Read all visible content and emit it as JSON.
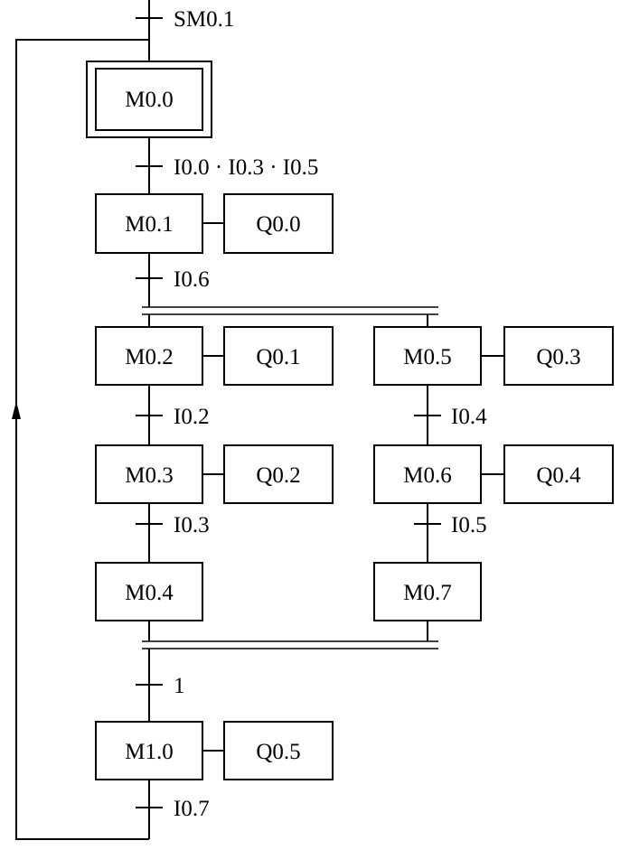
{
  "colors": {
    "line": "#000000",
    "background": "#ffffff"
  },
  "initial_transition": "SM0.1",
  "initial_step": "M0.0",
  "steps": {
    "s01": "M0.1",
    "s02": "M0.2",
    "s03": "M0.3",
    "s04": "M0.4",
    "s05": "M0.5",
    "s06": "M0.6",
    "s07": "M0.7",
    "s10": "M1.0"
  },
  "actions": {
    "a01": "Q0.0",
    "a02": "Q0.1",
    "a03": "Q0.2",
    "a05": "Q0.3",
    "a06": "Q0.4",
    "a10": "Q0.5"
  },
  "transitions": {
    "t1": "I0.0 · I0.3 · I0.5",
    "t2": "I0.6",
    "t3": "I0.2",
    "t4": "I0.3",
    "t5": "I0.4",
    "t6": "I0.5",
    "t7": "1",
    "t8": "I0.7"
  }
}
